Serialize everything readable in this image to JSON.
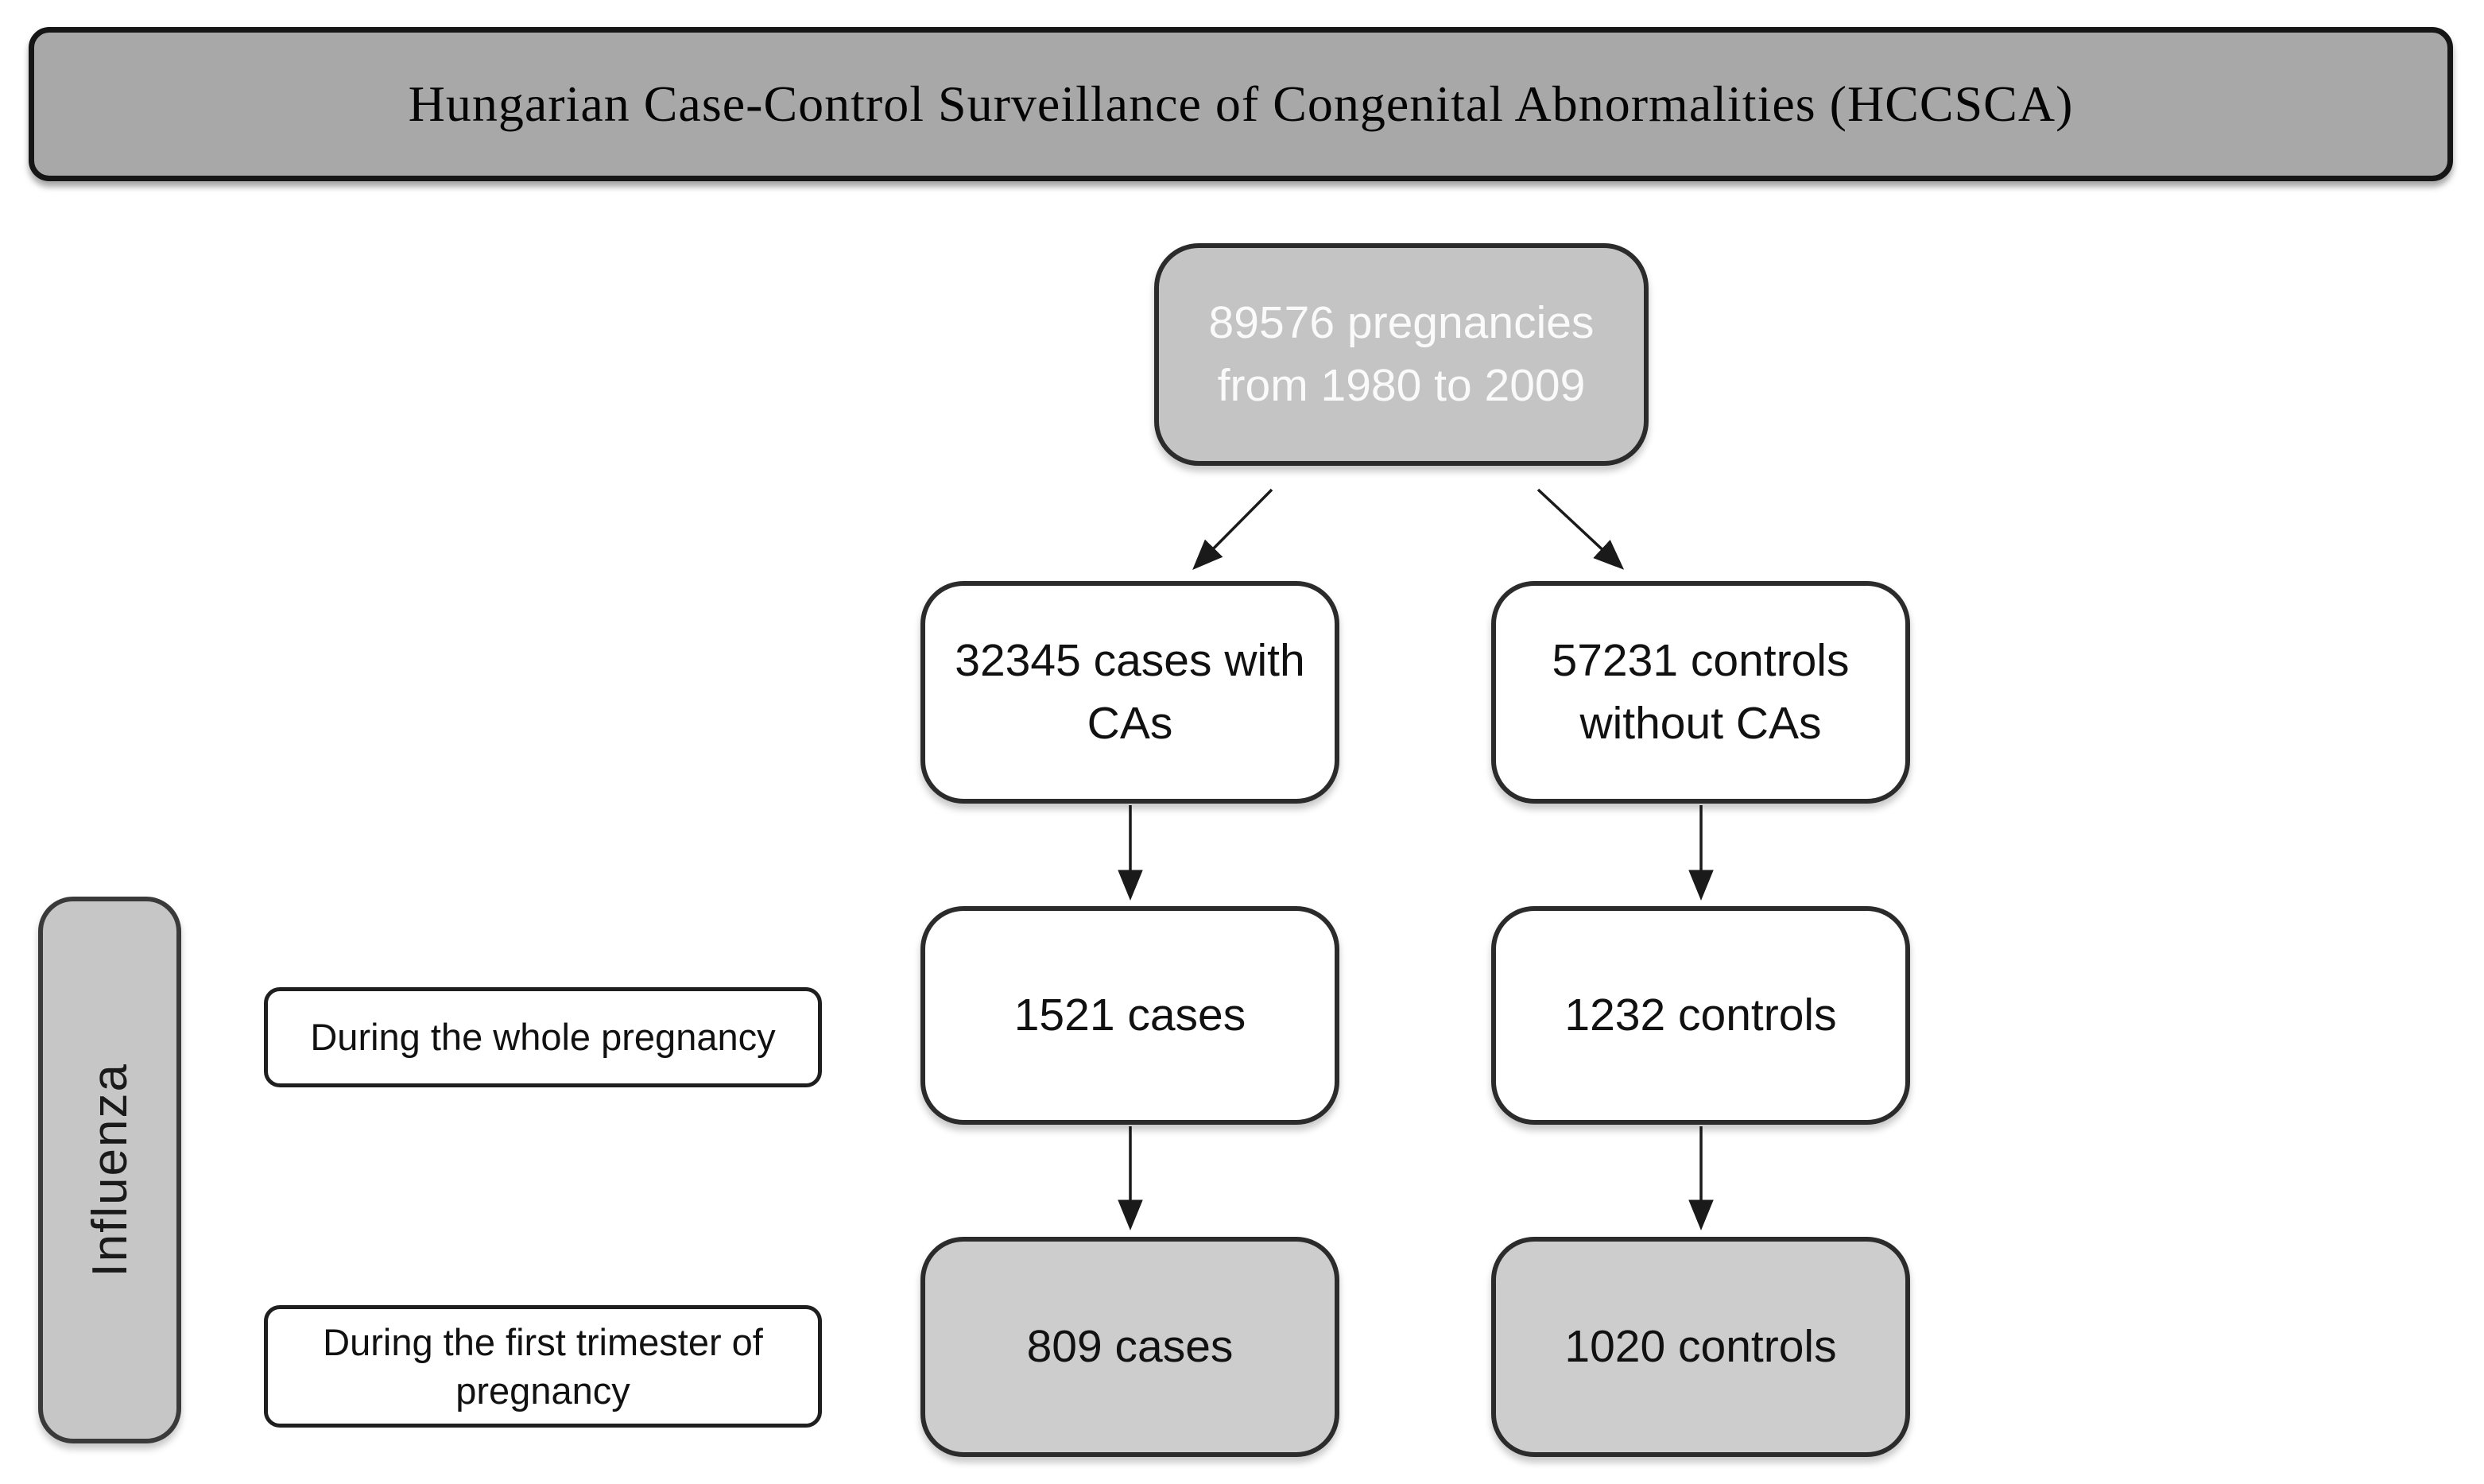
{
  "banner": {
    "title": "Hungarian Case-Control Surveillance of Congenital Abnormalities (HCCSCA)"
  },
  "flowchart": {
    "root": {
      "lines": [
        "89576 pregnancies",
        "from 1980 to 2009"
      ]
    },
    "cases_branch": {
      "lines": [
        "32345 cases with",
        "CAs"
      ]
    },
    "controls_branch": {
      "lines": [
        "57231 controls",
        "without CAs"
      ]
    },
    "whole_pregnancy": {
      "cases": "1521 cases",
      "controls": "1232 controls"
    },
    "first_trimester": {
      "cases": "809 cases",
      "controls": "1020 controls"
    }
  },
  "sidebar": {
    "category": "Influenza",
    "labels": {
      "whole": "During the whole pregnancy",
      "first": {
        "lines": [
          "During the first trimester of",
          "pregnancy"
        ]
      }
    }
  },
  "colors": {
    "banner_bg": "#a8a8a8",
    "root_node_bg": "#c4c4c4",
    "terminal_node_bg": "#cdcdcd",
    "sidebar_bg": "#c6c6c6",
    "white_node_bg": "#ffffff",
    "border_dark": "#2b2b2b",
    "root_text": "#fafafa",
    "text_dark": "#111111"
  }
}
